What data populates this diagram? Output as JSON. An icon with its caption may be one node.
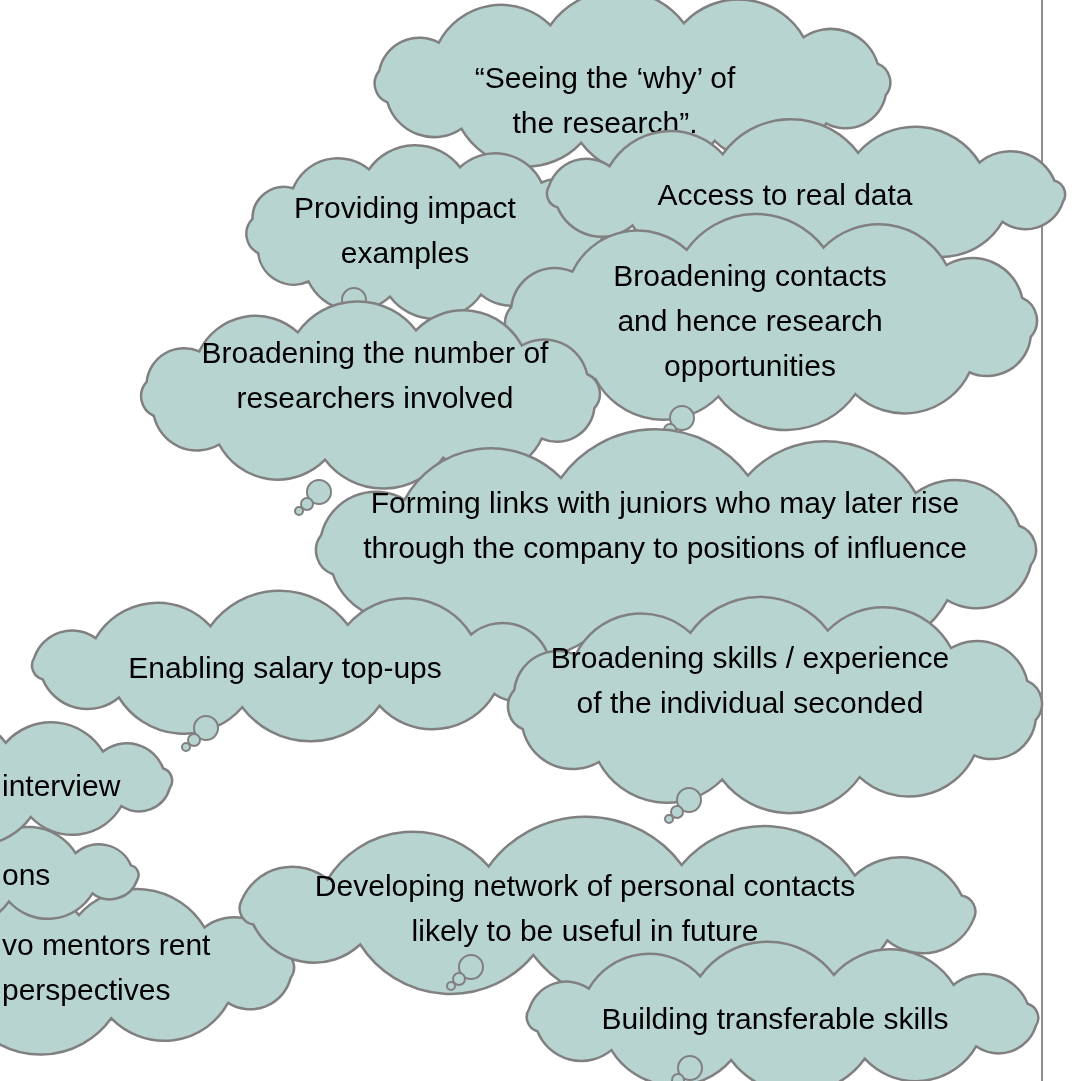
{
  "diagram": {
    "nodes": [
      {
        "text": [
          "“Seeing the ‘why’ of the research”."
        ]
      },
      {
        "text": [
          "Providing impact examples"
        ]
      },
      {
        "text": [
          "Access to real data"
        ]
      },
      {
        "text": [
          "Broadening contacts and hence research opportunities"
        ]
      },
      {
        "text": [
          "Broadening the number of researchers involved"
        ]
      },
      {
        "text": [
          "Forming links with juniors who may later rise through the company to positions of influence"
        ]
      },
      {
        "text": [
          "Enabling salary top-ups"
        ]
      },
      {
        "text": [
          "Broadening skills / experience of the individual seconded"
        ]
      },
      {
        "text": [
          "interview"
        ]
      },
      {
        "text": [
          "ons"
        ]
      },
      {
        "text": [
          "vo mentors rent perspectives"
        ]
      },
      {
        "text": [
          "Developing network of personal contacts likely to be useful in future"
        ]
      },
      {
        "text": [
          "Building transferable skills"
        ]
      }
    ],
    "edges": []
  }
}
